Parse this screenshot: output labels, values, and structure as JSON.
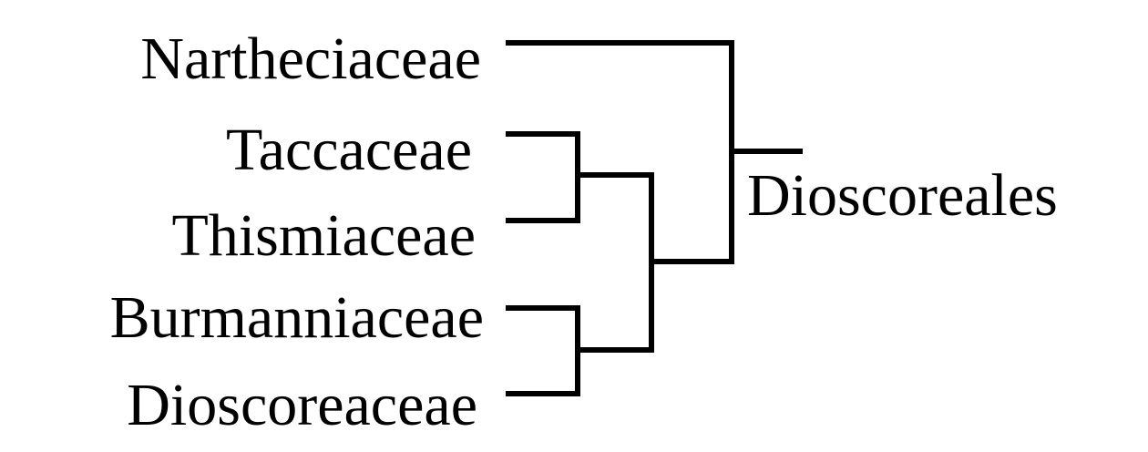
{
  "taxa": [
    {
      "id": "nartheciaceae",
      "label": "Nartheciaceae"
    },
    {
      "id": "taccaceae",
      "label": "Taccaceae"
    },
    {
      "id": "thismiaceae",
      "label": "Thismiaceae"
    },
    {
      "id": "burmanniaceae",
      "label": "Burmanniaceae"
    },
    {
      "id": "dioscoreaceae",
      "label": "Dioscoreaceae"
    }
  ],
  "clade": {
    "label": "Dioscoreales"
  },
  "topology": "(Nartheciaceae,((Taccaceae,Thismiaceae),(Burmanniaceae,Dioscoreaceae)))Dioscoreales",
  "line_color": "#000000",
  "text_color": "#000000"
}
